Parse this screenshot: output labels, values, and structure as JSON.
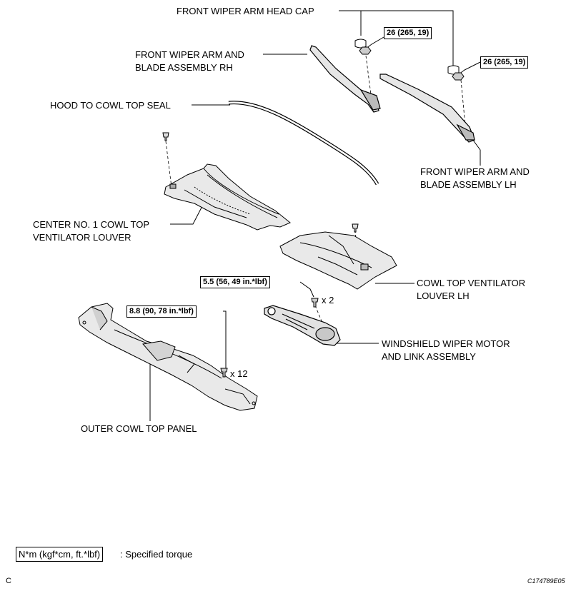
{
  "labels": {
    "head_cap": "FRONT WIPER ARM HEAD CAP",
    "arm_rh_1": "FRONT WIPER ARM AND",
    "arm_rh_2": "BLADE ASSEMBLY RH",
    "hood_seal": "HOOD TO COWL TOP SEAL",
    "arm_lh_1": "FRONT WIPER ARM AND",
    "arm_lh_2": "BLADE ASSEMBLY LH",
    "center_louver_1": "CENTER NO. 1 COWL TOP",
    "center_louver_2": "VENTILATOR LOUVER",
    "louver_lh_1": "COWL TOP VENTILATOR",
    "louver_lh_2": "LOUVER LH",
    "motor_1": "WINDSHIELD WIPER MOTOR",
    "motor_2": "AND LINK ASSEMBLY",
    "outer_panel": "OUTER COWL TOP PANEL"
  },
  "torque": {
    "rh_nut": "26 (265, 19)",
    "lh_nut": "26 (265, 19)",
    "motor_bolt": "5.5 (56, 49 in.*lbf)",
    "panel_bolt": "8.8 (90, 78 in.*lbf)"
  },
  "quantities": {
    "motor_bolt": "x 2",
    "panel_bolt": "x 12"
  },
  "legend": {
    "unit": "N*m (kgf*cm, ft.*lbf)",
    "text": ": Specified torque"
  },
  "corner_letter": "C",
  "figure_code": "C174789E05"
}
